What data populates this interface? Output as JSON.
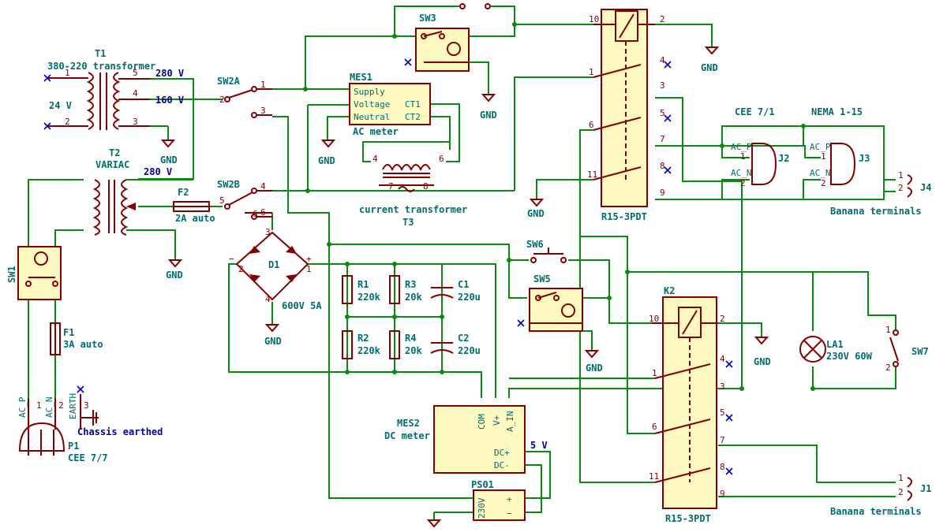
{
  "labels": {
    "t1_ref": "T1",
    "t1_val": "380-220 transformer",
    "t1_v280": "280 V",
    "t1_v160": "160 V",
    "t1_v24": "24 V",
    "t1_p1": "1",
    "t1_p2": "2",
    "t1_p3": "3",
    "t1_p4": "4",
    "t1_p5": "5",
    "t2_ref": "T2",
    "t2_val": "VARIAC",
    "t2_v280": "280 V",
    "f2_ref": "F2",
    "f2_val": "2A auto",
    "f1_ref": "F1",
    "f1_val": "3A auto",
    "sw1_ref": "SW1",
    "sw2a_ref": "SW2A",
    "sw2b_ref": "SW2B",
    "sw3_ref": "SW3",
    "sw5_ref": "SW5",
    "sw6_ref": "SW6",
    "sw7_ref": "SW7",
    "mes1_ref": "MES1",
    "mes1_val": "AC meter",
    "mes1_supply": "Supply",
    "mes1_voltage": "Voltage",
    "mes1_neutral": "Neutral",
    "mes1_ct1": "CT1",
    "mes1_ct2": "CT2",
    "t3_val": "current transformer",
    "t3_ref": "T3",
    "d1_ref": "D1",
    "d1_val": "600V 5A",
    "r1": "R1",
    "r1v": "220k",
    "r2": "R2",
    "r2v": "220k",
    "r3": "R3",
    "r3v": "20k",
    "r4": "R4",
    "r4v": "20k",
    "c1": "C1",
    "c1v": "220u",
    "c2": "C2",
    "c2v": "220u",
    "mes2_ref": "MES2",
    "mes2_val": "DC meter",
    "mes2_com": "COM",
    "mes2_vp": "V+",
    "mes2_ain": "A_IN",
    "mes2_dcp": "DC+",
    "mes2_dcm": "DC-",
    "v5": "5 V",
    "ps01_ref": "PS01",
    "ps01_230": "230V",
    "k1_ref": "R15-3PDT",
    "k2_ref": "K2",
    "k2_val": "R15-3PDT",
    "j2_ref": "J2",
    "j3_ref": "J3",
    "cee71": "CEE 7/1",
    "nema": "NEMA 1-15",
    "j4_ref": "J4",
    "j1_ref": "J1",
    "banana": "Banana terminals",
    "banana2": "Banana terminals",
    "la1_ref": "LA1",
    "la1_val": "230V 60W",
    "p1_ref": "P1",
    "p1_val": "CEE 7/7",
    "chassis": "Chassis earthed",
    "ac_p": "AC_P",
    "ac_n": "AC_N",
    "earth": "EARTH",
    "gnd": "GND"
  },
  "colors": {
    "wire": "#0a8a10",
    "body": "#840000",
    "fill": "#fff9c2",
    "text": "#006e6e",
    "net": "#0000a0"
  }
}
